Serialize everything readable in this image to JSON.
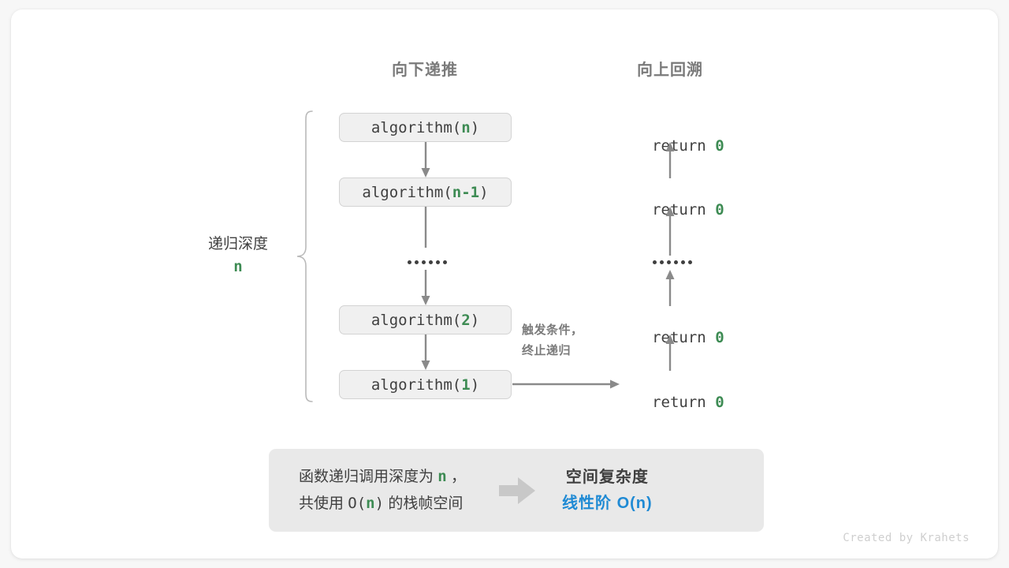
{
  "headers": {
    "left": "向下递推",
    "right": "向上回溯"
  },
  "side": {
    "depth_label": "递归深度",
    "depth_value": "n"
  },
  "trigger": {
    "label": "触发条件，\n终止递归"
  },
  "calls": [
    {
      "name": "algorithm(",
      "arg": "n",
      "close": ")"
    },
    {
      "name": "algorithm(",
      "arg": "n-1",
      "close": ")"
    },
    {
      "name": "algorithm(",
      "arg": "2",
      "close": ")"
    },
    {
      "name": "algorithm(",
      "arg": "1",
      "close": ")"
    }
  ],
  "returns": [
    {
      "keyword": "return ",
      "value": "0"
    },
    {
      "keyword": "return ",
      "value": "0"
    },
    {
      "keyword": "return ",
      "value": "0"
    },
    {
      "keyword": "return ",
      "value": "0"
    }
  ],
  "ellipsis": "••••••",
  "summary": {
    "line1_a": "函数递归调用深度为 ",
    "line1_n": "n",
    "line1_b": " ，",
    "line2_a": "共使用 ",
    "line2_o": "O(",
    "line2_n": "n",
    "line2_c": ")",
    "line2_b": " 的栈帧空间",
    "complexity_title": "空间复杂度",
    "complexity_value": "线性阶  O(n)"
  },
  "credit": "Created by Krahets",
  "colors": {
    "green": "#3d8b53",
    "blue": "#1f8ad4",
    "gray_text": "#3f3f3f",
    "gray_muted": "#7a7a7a",
    "box_bg": "#f0f0f0",
    "panel_bg": "#e9e9e9",
    "arrow": "#7f7f7f"
  }
}
